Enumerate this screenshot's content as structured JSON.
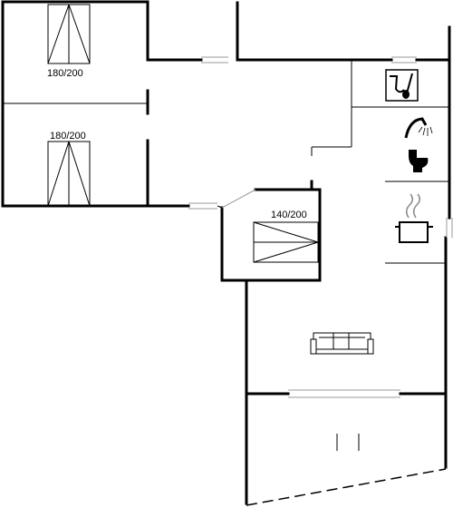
{
  "bedrooms": {
    "bed_top_label": "180/200",
    "bed_bottom_label": "180/200",
    "bed_small_label": "140/200"
  },
  "icons": {
    "utility": "wc-cleaning-icon",
    "shower": "shower-icon",
    "toilet": "toilet-icon",
    "kitchen": "cooking-pot-icon",
    "living": "sofa-icon"
  },
  "colors": {
    "wall": "#000000",
    "background": "#ffffff",
    "glass": "#999999"
  }
}
